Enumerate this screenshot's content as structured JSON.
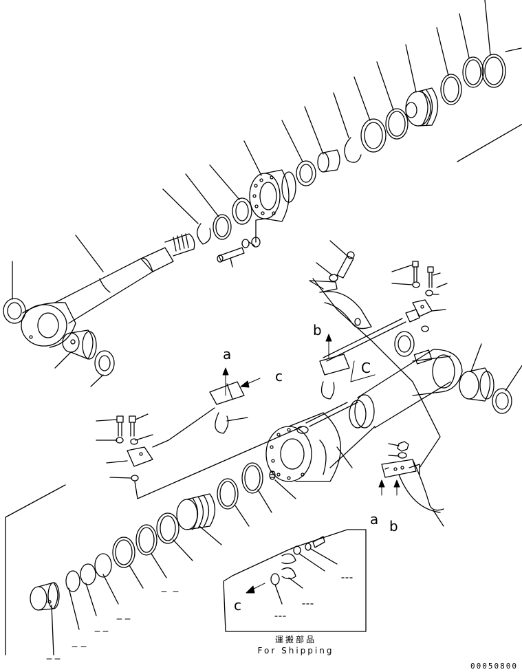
{
  "callouts": {
    "a_top": "a",
    "b_top": "b",
    "c_top1": "c",
    "c_top2": "C",
    "a_bottom": "a",
    "b_bottom": "b",
    "c_shipping": "c"
  },
  "shipping_box": {
    "title_jp": "運搬部品",
    "title_en": "For Shipping"
  },
  "drawing_number": "00050800"
}
